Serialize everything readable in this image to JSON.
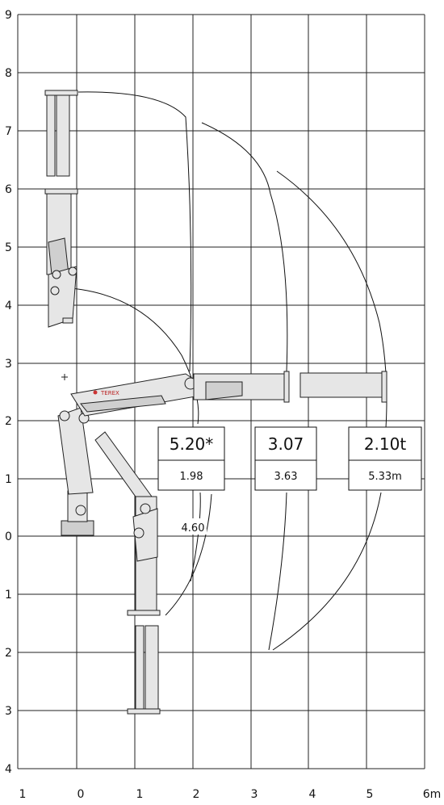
{
  "y_axis_labels": [
    "9",
    "8",
    "7",
    "6",
    "5",
    "4",
    "3",
    "2",
    "1",
    "0",
    "1",
    "2",
    "3",
    "4"
  ],
  "x_axis_labels": [
    "1",
    "0",
    "1",
    "2",
    "3",
    "4",
    "5",
    "6m"
  ],
  "brand_text": "TEREX",
  "load_boxes": [
    {
      "capacity": "5.20*",
      "reach": "1.98"
    },
    {
      "capacity": "3.07",
      "reach": "3.63"
    },
    {
      "capacity": "2.10t",
      "reach": "5.33m"
    }
  ],
  "mid_reach_label": "4.60"
}
